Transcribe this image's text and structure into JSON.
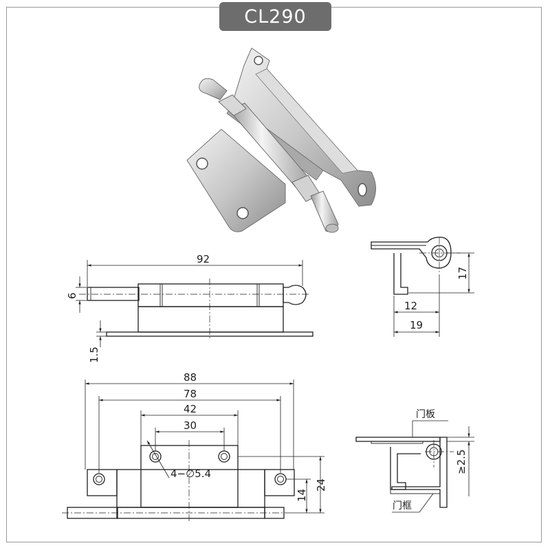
{
  "title": "CL290",
  "dimensions": {
    "side_length": "92",
    "side_pin_dia": "6",
    "side_plate_thk": "1.5",
    "end_height": "17",
    "end_inner": "12",
    "end_outer": "19",
    "front_overall": "88",
    "front_outer_holes": "78",
    "front_plate_width": "42",
    "front_inner_holes": "30",
    "front_holes": "4−∅5.4",
    "front_height": "24",
    "front_hole_height": "14",
    "clearance": "≥2.5"
  },
  "labels": {
    "door_panel": "门板",
    "door_frame": "门框"
  }
}
